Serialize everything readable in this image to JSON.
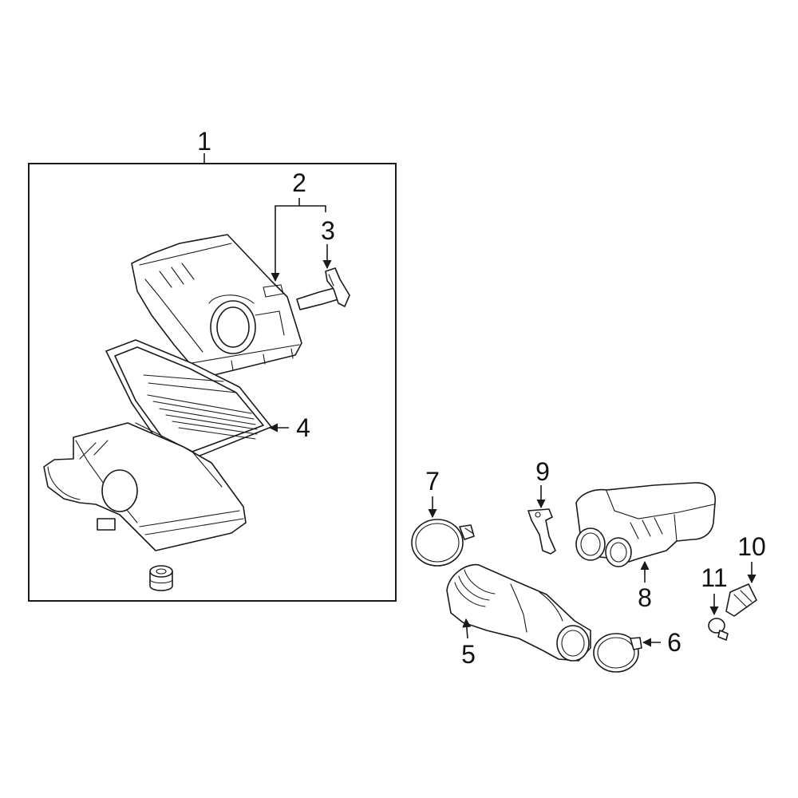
{
  "diagram": {
    "highlight_color": "#1f3a93",
    "callouts": [
      "1",
      "2",
      "3",
      "4",
      "5",
      "6",
      "7",
      "8",
      "9",
      "10",
      "11"
    ]
  }
}
